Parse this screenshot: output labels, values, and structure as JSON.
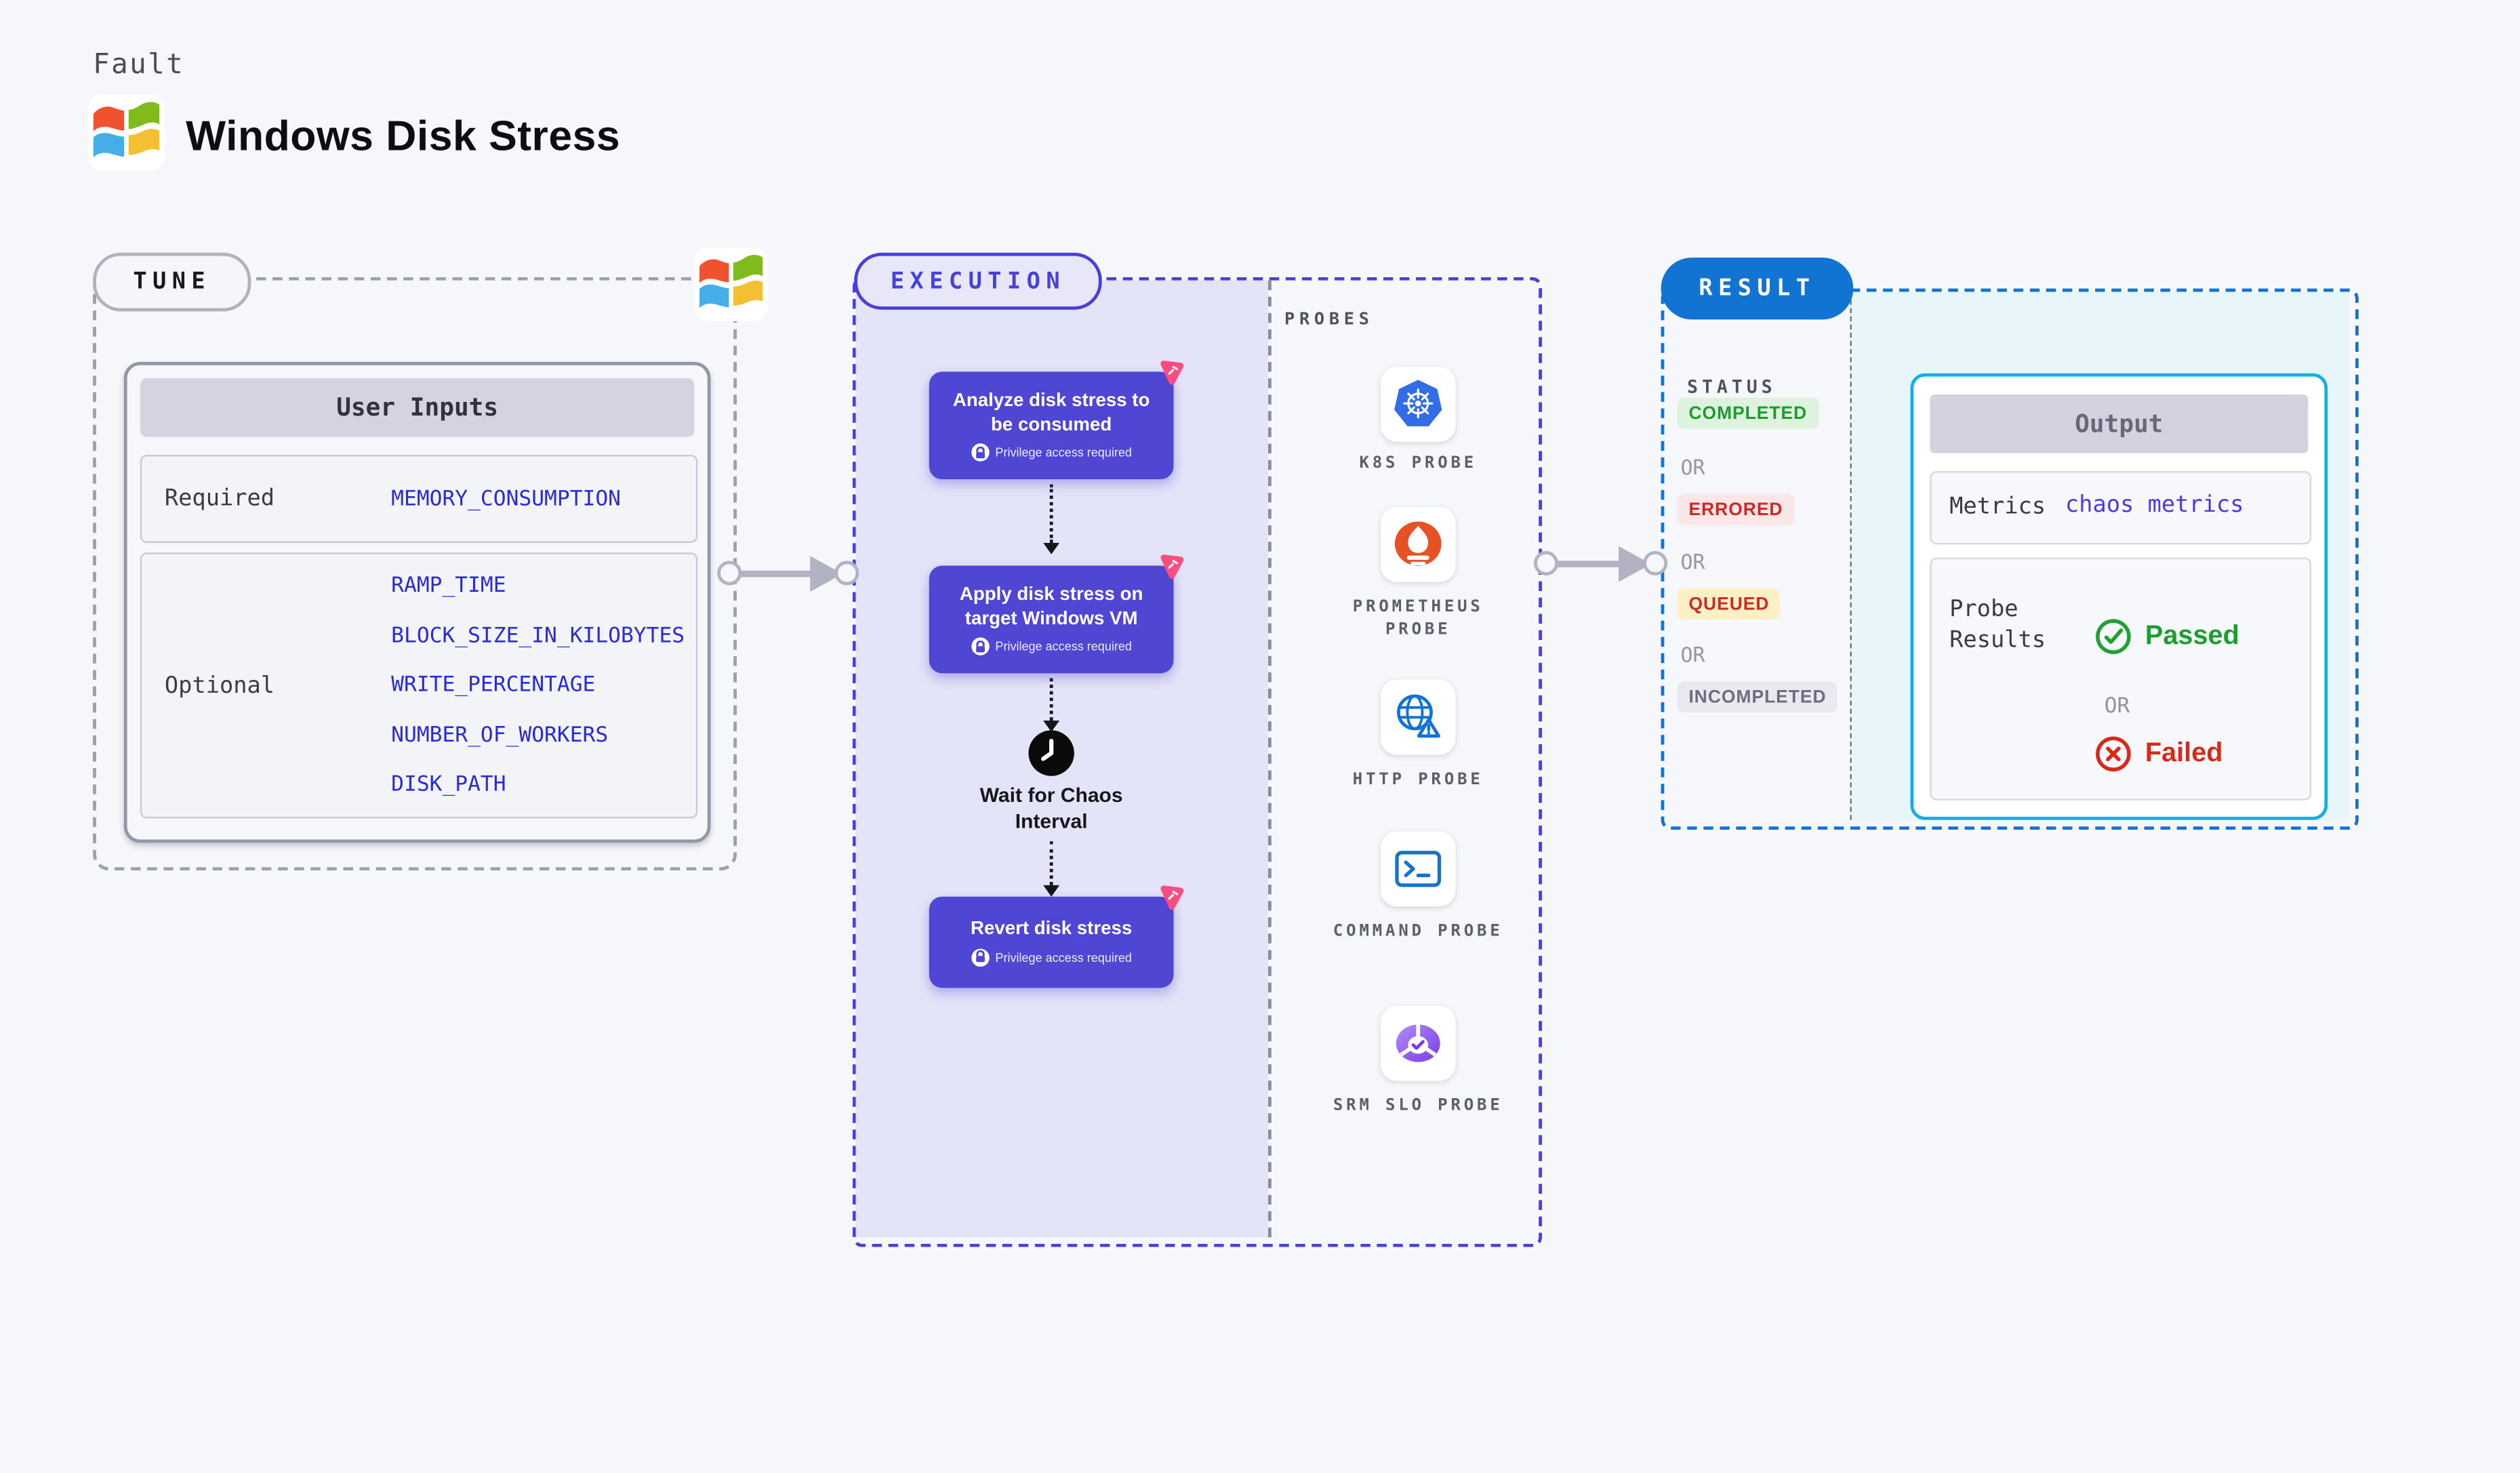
{
  "header": {
    "fault_label": "Fault",
    "title": "Windows Disk Stress"
  },
  "tune": {
    "label": "TUNE",
    "user_inputs": {
      "title": "User Inputs",
      "required_label": "Required",
      "required_params": [
        "MEMORY_CONSUMPTION"
      ],
      "optional_label": "Optional",
      "optional_params": [
        "RAMP_TIME",
        "BLOCK_SIZE_IN_KILOBYTES",
        "WRITE_PERCENTAGE",
        "NUMBER_OF_WORKERS",
        "DISK_PATH"
      ]
    }
  },
  "execution": {
    "label": "EXECUTION",
    "steps": [
      {
        "title": "Analyze disk stress to be consumed",
        "badge": "Privilege access required"
      },
      {
        "title": "Apply disk stress on target Windows VM",
        "badge": "Privilege access required"
      },
      {
        "title": "Revert disk stress",
        "badge": "Privilege access required"
      }
    ],
    "wait_label": "Wait for Chaos Interval"
  },
  "probes": {
    "label": "PROBES",
    "items": [
      {
        "name": "K8S PROBE",
        "icon": "k8s-icon"
      },
      {
        "name": "PROMETHEUS PROBE",
        "icon": "prometheus-icon"
      },
      {
        "name": "HTTP PROBE",
        "icon": "http-icon"
      },
      {
        "name": "COMMAND PROBE",
        "icon": "command-icon"
      },
      {
        "name": "SRM SLO PROBE",
        "icon": "srm-slo-icon"
      }
    ]
  },
  "result": {
    "label": "RESULT",
    "status": {
      "label": "STATUS",
      "or_label": "OR",
      "badges": [
        {
          "text": "COMPLETED",
          "color": "#1d9b31",
          "bg": "#ddf3de"
        },
        {
          "text": "ERRORED",
          "color": "#d32727",
          "bg": "#fbe7e7"
        },
        {
          "text": "QUEUED",
          "color": "#cc2b24",
          "bg": "#fdf0c4"
        },
        {
          "text": "INCOMPLETED",
          "color": "#6d6d7e",
          "bg": "#e9e9f2"
        }
      ]
    },
    "output": {
      "title": "Output",
      "metrics_label": "Metrics",
      "metrics_value": "chaos metrics",
      "probe_results_label": "Probe Results",
      "or_label": "OR",
      "passed_label": "Passed",
      "failed_label": "Failed"
    }
  },
  "colors": {
    "page_bg": "#f6f7fa",
    "execution_accent": "#4741d8",
    "execution_fill": "#e4e4f8",
    "step_box": "#5046d4",
    "result_accent": "#1274d2",
    "result_fill": "#e8f5fb",
    "output_border": "#0fb0e6",
    "param_text": "#2a2ad9",
    "metrics_text": "#4c3ade",
    "passed_green": "#1d9e30",
    "failed_red": "#d62a1a",
    "chaos_pink": "#fb4d80",
    "arrow_gray": "#b2b3c2"
  }
}
